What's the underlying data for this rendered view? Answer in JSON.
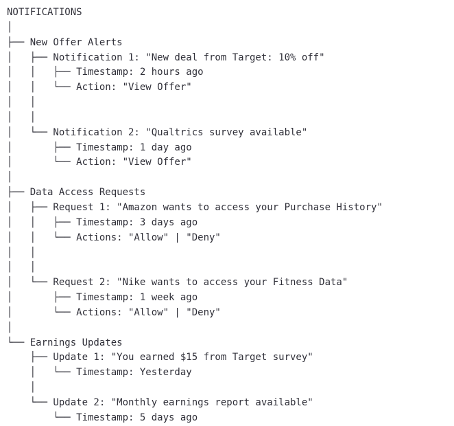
{
  "document": {
    "kind": "ascii-tree",
    "root_label": "NOTIFICATIONS",
    "text_color": "#2f2f38",
    "background_color": "#ffffff"
  },
  "tree": {
    "title": "NOTIFICATIONS",
    "branches": [
      {
        "label": "New Offer Alerts",
        "items": [
          {
            "label": "Notification 1: \"New deal from Target: 10% off\"",
            "details": [
              "Timestamp: 2 hours ago",
              "Action: \"View Offer\""
            ]
          },
          {
            "label": "Notification 2: \"Qualtrics survey available\"",
            "details": [
              "Timestamp: 1 day ago",
              "Action: \"View Offer\""
            ]
          }
        ]
      },
      {
        "label": "Data Access Requests",
        "items": [
          {
            "label": "Request 1: \"Amazon wants to access your Purchase History\"",
            "details": [
              "Timestamp: 3 days ago",
              "Actions: \"Allow\" | \"Deny\""
            ]
          },
          {
            "label": "Request 2: \"Nike wants to access your Fitness Data\"",
            "details": [
              "Timestamp: 1 week ago",
              "Actions: \"Allow\" | \"Deny\""
            ]
          }
        ]
      },
      {
        "label": "Earnings Updates",
        "items": [
          {
            "label": "Update 1: \"You earned $15 from Target survey\"",
            "details": [
              "Timestamp: Yesterday"
            ]
          },
          {
            "label": "Update 2: \"Monthly earnings report available\"",
            "details": [
              "Timestamp: 5 days ago"
            ]
          }
        ]
      }
    ]
  },
  "glyphs": {
    "vertical": "│",
    "tee": "├── ",
    "elbow": "└── ",
    "indent_blank": "    "
  },
  "rendered_lines": [
    "NOTIFICATIONS",
    "│",
    "├── New Offer Alerts",
    "│   ├── Notification 1: \"New deal from Target: 10% off\"",
    "│   │   ├── Timestamp: 2 hours ago",
    "│   │   └── Action: \"View Offer\"",
    "│   │",
    "│   │",
    "│   └── Notification 2: \"Qualtrics survey available\"",
    "│       ├── Timestamp: 1 day ago",
    "│       └── Action: \"View Offer\"",
    "│",
    "├── Data Access Requests",
    "│   ├── Request 1: \"Amazon wants to access your Purchase History\"",
    "│   │   ├── Timestamp: 3 days ago",
    "│   │   └── Actions: \"Allow\" | \"Deny\"",
    "│   │",
    "│   │",
    "│   └── Request 2: \"Nike wants to access your Fitness Data\"",
    "│       ├── Timestamp: 1 week ago",
    "│       └── Actions: \"Allow\" | \"Deny\"",
    "│",
    "└── Earnings Updates",
    "    ├── Update 1: \"You earned $15 from Target survey\"",
    "    │   └── Timestamp: Yesterday",
    "    │",
    "    └── Update 2: \"Monthly earnings report available\"",
    "        └── Timestamp: 5 days ago"
  ]
}
